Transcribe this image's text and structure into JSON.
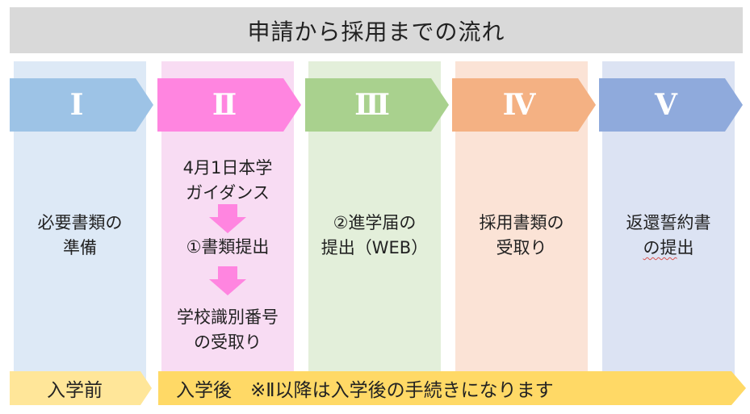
{
  "title": "申請から採用までの流れ",
  "colors": {
    "title_bg": "#d9d9d9",
    "step1": "#9dc3e6",
    "step1_bg": "#dde9f6",
    "step2": "#ff85e0",
    "step2_bg": "#f8dcf3",
    "step3": "#a9d18e",
    "step3_bg": "#e3efda",
    "step4": "#f4b183",
    "step4_bg": "#fbe3d6",
    "step5": "#8faadc",
    "step5_bg": "#dce3f3",
    "bottom_arrow_light": "#ffe699",
    "bottom_arrow": "#ffd966"
  },
  "steps": [
    {
      "numeral": "Ⅰ",
      "lines": [
        "必要書類の",
        "準備"
      ]
    },
    {
      "numeral": "Ⅱ",
      "lines_a": [
        "4月1日本学",
        "ガイダンス"
      ],
      "lines_b": [
        "①書類提出"
      ],
      "lines_c": [
        "学校識別番号",
        "の受取り"
      ]
    },
    {
      "numeral": "Ⅲ",
      "lines": [
        "②進学届の",
        "提出（WEB）"
      ]
    },
    {
      "numeral": "Ⅳ",
      "lines": [
        "採用書類の",
        "受取り"
      ]
    },
    {
      "numeral": "Ⅴ",
      "lines": [
        "返還誓約書",
        "の提出"
      ],
      "underlined_part": "の提"
    }
  ],
  "bottom": {
    "before": "入学前",
    "after": "入学後　※Ⅱ以降は入学後の手続きになります"
  }
}
